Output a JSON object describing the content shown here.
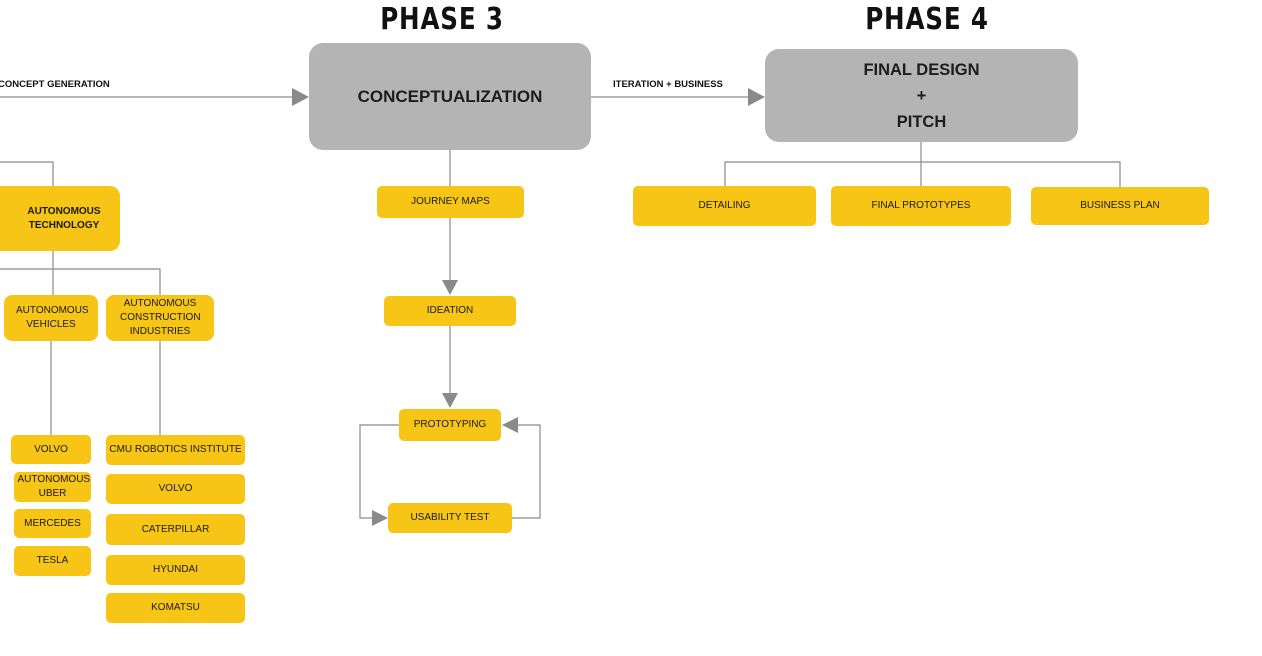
{
  "phases": {
    "p3": "PHASE 3",
    "p4": "PHASE 4"
  },
  "edges": {
    "concept_generation": "CONCEPT GENERATION",
    "iteration_business": "ITERATION + BUSINESS"
  },
  "main_nodes": {
    "conceptualization": "CONCEPTUALIZATION",
    "final_design": {
      "line1": "FINAL DESIGN",
      "line2": "+",
      "line3": "PITCH"
    }
  },
  "left_branch": {
    "autonomous_technology": "AUTONOMOUS TECHNOLOGY",
    "autonomous_vehicles": "AUTONOMOUS VEHICLES",
    "autonomous_construction": "AUTONOMOUS CONSTRUCTION INDUSTRIES",
    "vehicle_items": [
      "VOLVO",
      "AUTONOMOUS UBER",
      "MERCEDES",
      "TESLA"
    ],
    "construction_items": [
      "CMU ROBOTICS INSTITUTE",
      "VOLVO",
      "CATERPILLAR",
      "HYUNDAI",
      "KOMATSU"
    ]
  },
  "phase3_steps": {
    "journey_maps": "JOURNEY MAPS",
    "ideation": "IDEATION",
    "prototyping": "PROTOTYPING",
    "usability_test": "USABILITY TEST"
  },
  "phase4_steps": {
    "detailing": "DETAILING",
    "final_prototypes": "FINAL PROTOTYPES",
    "business_plan": "BUSINESS PLAN"
  },
  "colors": {
    "node_yellow": "#f7c516",
    "node_gray": "#b4b4b4",
    "line_gray": "#8a8a8a"
  }
}
